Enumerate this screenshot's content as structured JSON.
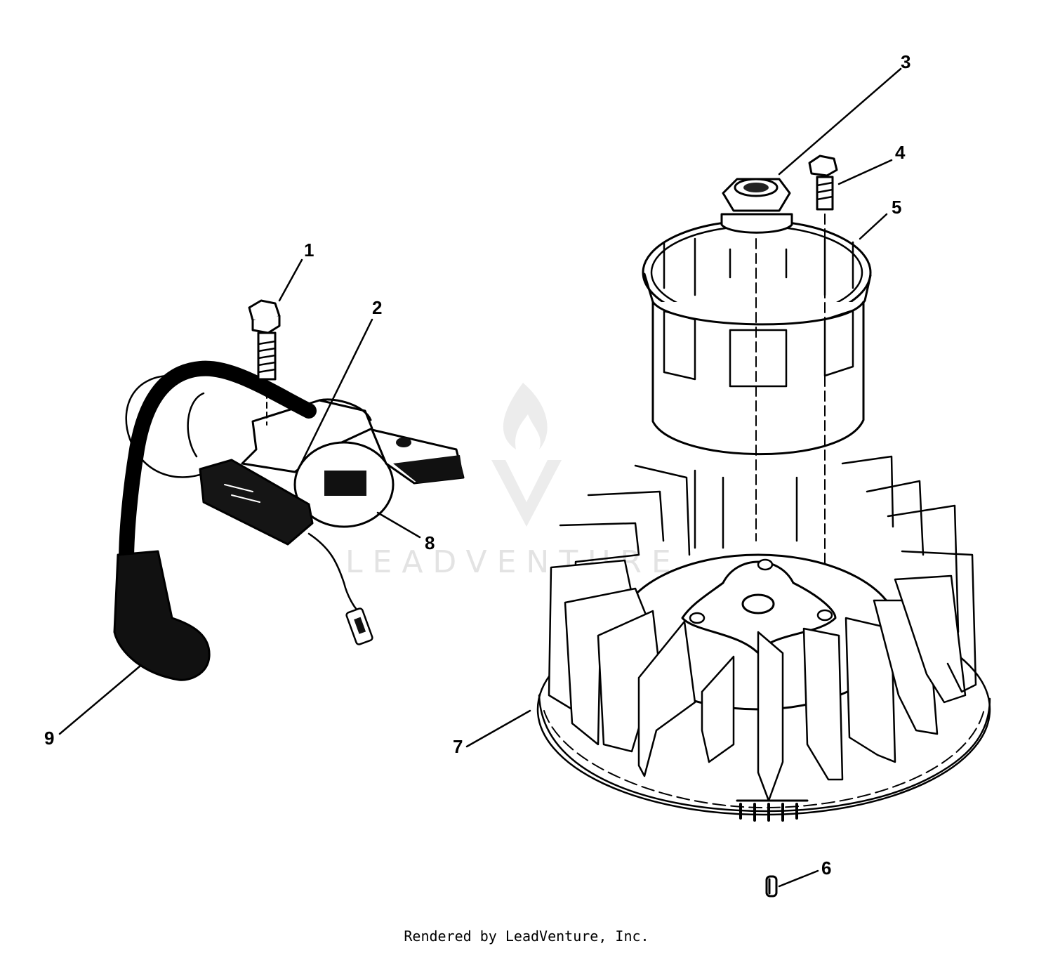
{
  "diagram": {
    "parts": [
      {
        "id": "bolt-coil",
        "callout": "1"
      },
      {
        "id": "ignition-coil-wire-clip",
        "callout": "2"
      },
      {
        "id": "flywheel-nut",
        "callout": "3"
      },
      {
        "id": "screen-bolt",
        "callout": "4"
      },
      {
        "id": "rotating-screen",
        "callout": "5"
      },
      {
        "id": "flywheel-key",
        "callout": "6"
      },
      {
        "id": "flywheel",
        "callout": "7"
      },
      {
        "id": "ignition-module",
        "callout": "8"
      },
      {
        "id": "spark-plug-boot",
        "callout": "9"
      }
    ],
    "credit": "Rendered by LeadVenture, Inc.",
    "watermark": "LEADVENTURE",
    "colors": {
      "ink": "#000000",
      "background": "#ffffff",
      "watermark": "#e3e3e3"
    }
  }
}
